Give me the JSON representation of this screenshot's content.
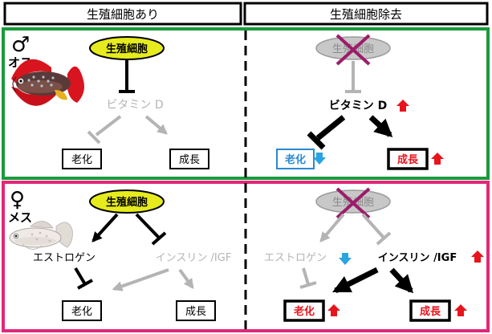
{
  "headers": {
    "left": "生殖細胞あり",
    "right": "生殖細胞除去"
  },
  "male": {
    "symbol": "♂",
    "label": "オス",
    "left": {
      "germ_cell": "生殖細胞",
      "vitamin": "ビタミン D",
      "aging": "老化",
      "growth": "成長"
    },
    "right": {
      "germ_cell": "生殖細胞",
      "vitamin": "ビタミン D",
      "aging": "老化",
      "growth": "成長"
    }
  },
  "female": {
    "symbol": "♀",
    "label": "メス",
    "left": {
      "germ_cell": "生殖細胞",
      "estrogen": "エストロゲン",
      "insulin": "インスリン /IGF",
      "aging": "老化",
      "growth": "成長"
    },
    "right": {
      "germ_cell": "生殖細胞",
      "estrogen": "エストロゲン",
      "insulin": "インスリン /IGF",
      "aging": "老化",
      "growth": "成長"
    }
  },
  "colors": {
    "male_frame": "#1a9a3c",
    "female_frame": "#e0287a",
    "germ_cell_fill": "#e6eb1e",
    "removed_fill": "#c8c8c8",
    "cross": "#9c1c6a",
    "inactive": "#b4b4b4",
    "up_arrow": "#e8141c",
    "down_arrow": "#2aa4e0",
    "highlight_text": "#e8141c",
    "aging_down_text": "#2a8ad0"
  }
}
